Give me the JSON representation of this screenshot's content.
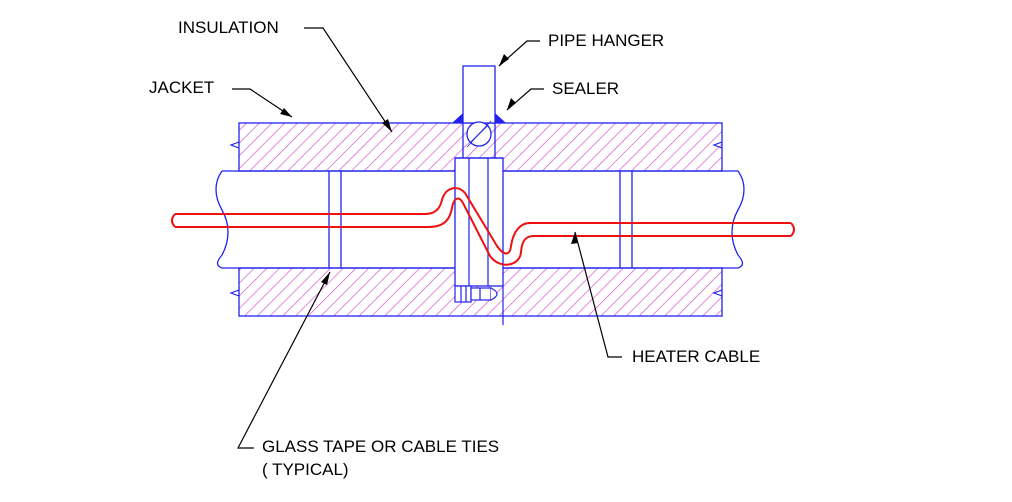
{
  "labels": {
    "insulation": "INSULATION",
    "jacket": "JACKET",
    "pipe_hanger": "PIPE HANGER",
    "sealer": "SEALER",
    "heater_cable": "HEATER CABLE",
    "glass_tape_line1": "GLASS TAPE OR CABLE TIES",
    "glass_tape_line2": "( TYPICAL)"
  },
  "colors": {
    "outline": "#2222ee",
    "hatch": "#d24ad2",
    "cable": "#ee1111",
    "leader": "#000000",
    "sealer": "#2222ee"
  }
}
